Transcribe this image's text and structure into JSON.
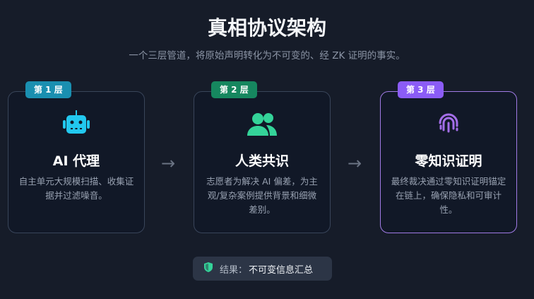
{
  "header": {
    "title": "真相协议架构",
    "subtitle": "一个三层管道，将原始声明转化为不可变的、经 ZK 证明的事实。"
  },
  "layers": [
    {
      "badge": "第 1 层",
      "title": "AI 代理",
      "description": "自主单元大规模扫描、收集证据并过滤噪音。",
      "icon": "robot-icon",
      "color": "#1a8fb0",
      "icon_color": "#22c8ef"
    },
    {
      "badge": "第 2 层",
      "title": "人类共识",
      "description": "志愿者为解决 AI 偏差，为主观/复杂案例提供背景和细微差别。",
      "icon": "users-icon",
      "color": "#16875f",
      "icon_color": "#34d399"
    },
    {
      "badge": "第 3 层",
      "title": "零知识证明",
      "description": "最终裁决通过零知识证明锚定在链上，确保隐私和可审计性。",
      "icon": "fingerprint-icon",
      "color": "#8b5cf6",
      "icon_color": "#a46ee8"
    }
  ],
  "result": {
    "label": "结果：",
    "value": "不可变信息汇总",
    "icon": "shield-icon"
  }
}
